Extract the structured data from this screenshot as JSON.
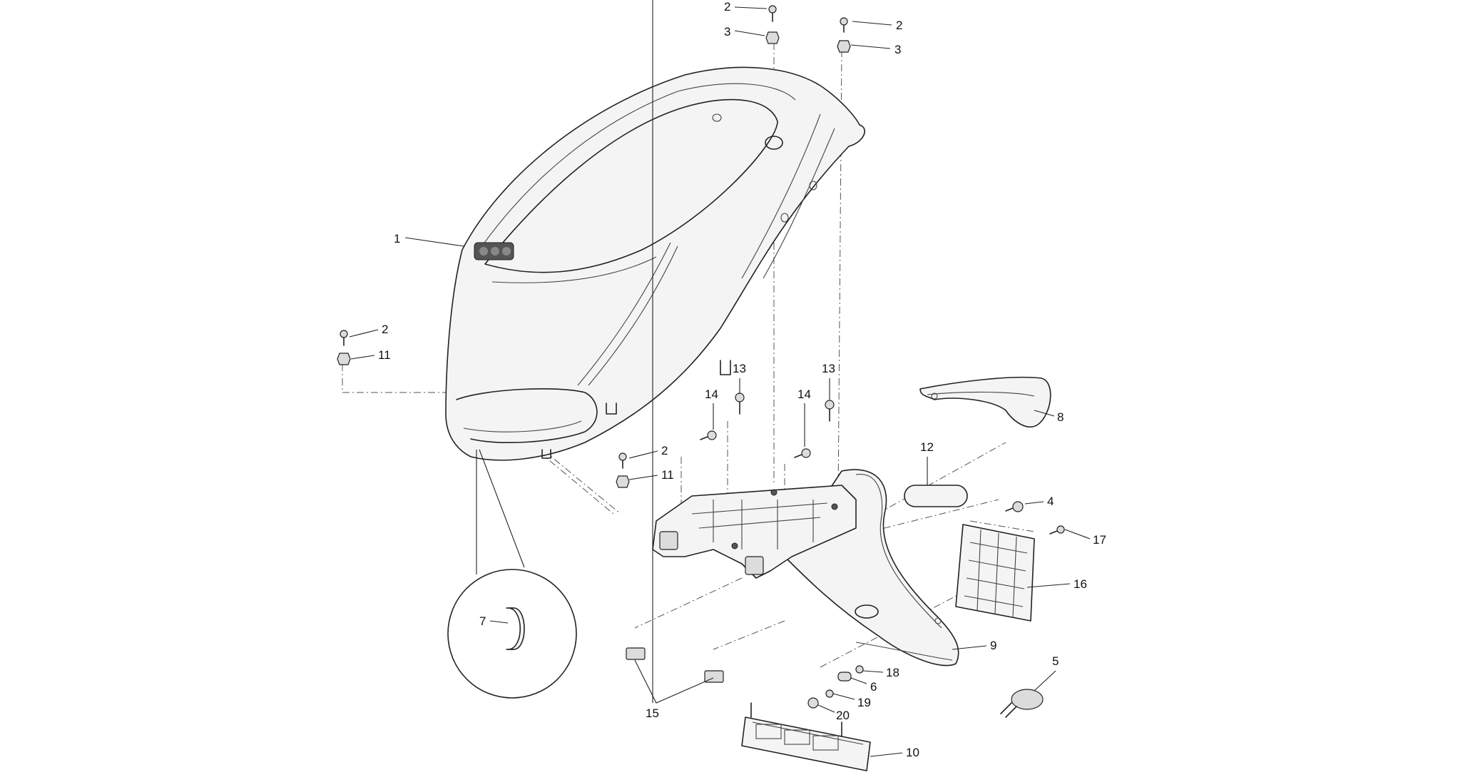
{
  "callouts": [
    {
      "id": "c1",
      "text": "1"
    },
    {
      "id": "c2a",
      "text": "2"
    },
    {
      "id": "c3a",
      "text": "3"
    },
    {
      "id": "c2b",
      "text": "2"
    },
    {
      "id": "c3b",
      "text": "3"
    },
    {
      "id": "c2c",
      "text": "2"
    },
    {
      "id": "c11a",
      "text": "11"
    },
    {
      "id": "c2d",
      "text": "2"
    },
    {
      "id": "c11b",
      "text": "11"
    },
    {
      "id": "c13a",
      "text": "13"
    },
    {
      "id": "c13b",
      "text": "13"
    },
    {
      "id": "c14a",
      "text": "14"
    },
    {
      "id": "c14b",
      "text": "14"
    },
    {
      "id": "c8",
      "text": "8"
    },
    {
      "id": "c12",
      "text": "12"
    },
    {
      "id": "c4",
      "text": "4"
    },
    {
      "id": "c17",
      "text": "17"
    },
    {
      "id": "c16",
      "text": "16"
    },
    {
      "id": "c9",
      "text": "9"
    },
    {
      "id": "c7",
      "text": "7"
    },
    {
      "id": "c15",
      "text": "15"
    },
    {
      "id": "c18",
      "text": "18"
    },
    {
      "id": "c6",
      "text": "6"
    },
    {
      "id": "c19",
      "text": "19"
    },
    {
      "id": "c20",
      "text": "20"
    },
    {
      "id": "c5",
      "text": "5"
    },
    {
      "id": "c10",
      "text": "10"
    }
  ]
}
